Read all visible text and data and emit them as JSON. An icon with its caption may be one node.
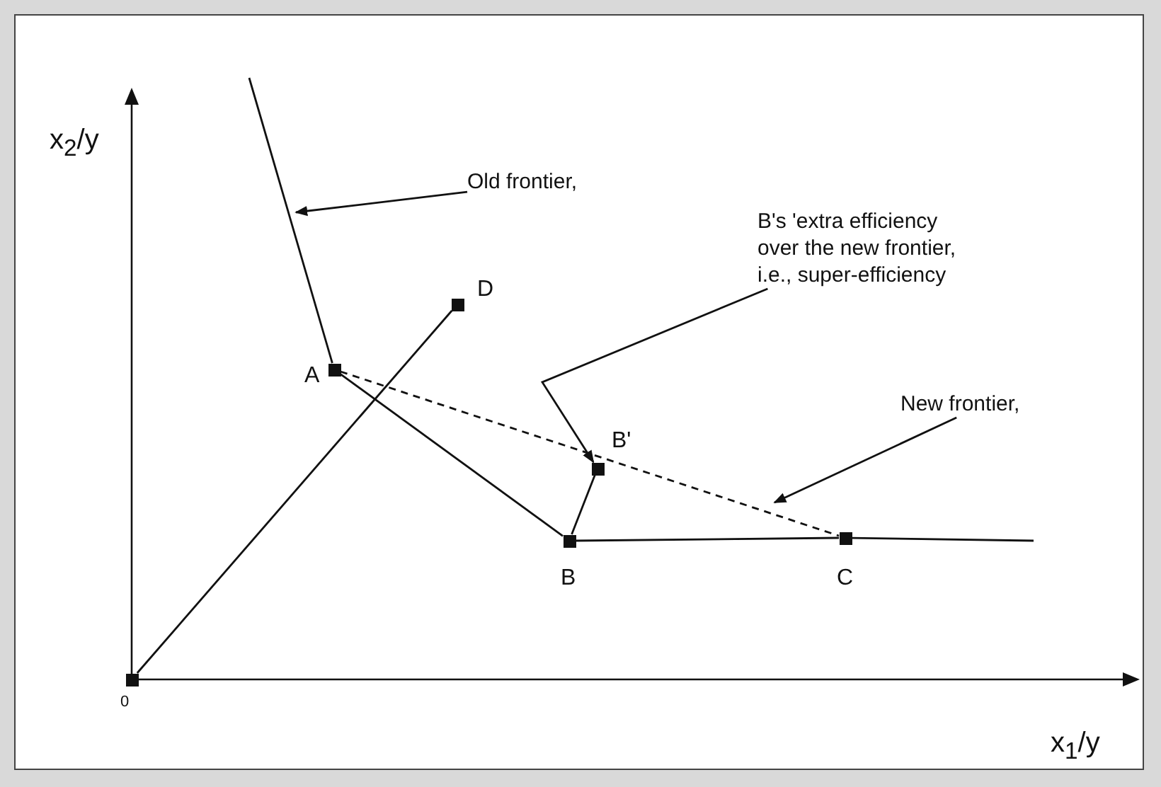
{
  "diagram": {
    "nodes": [
      {
        "text": [
          "Old frontier,"
        ]
      },
      {
        "text": [],
        "shape": "box",
        "beside": [
          "D"
        ]
      },
      {
        "text": [
          "B's 'extra efficiency over the new frontier, i.e., super-efficiency"
        ]
      },
      {
        "text": [],
        "shape": "box",
        "beside": [
          "A"
        ]
      },
      {
        "text": [],
        "shape": "box",
        "beside": [
          "B'"
        ]
      },
      {
        "text": [
          "New frontier,"
        ]
      },
      {
        "text": [],
        "shape": "box",
        "beside": [
          "B"
        ]
      },
      {
        "text": [],
        "shape": "box",
        "beside": [
          "C"
        ]
      },
      {
        "text": [],
        "shape": "box",
        "beside": [
          "0"
        ]
      }
    ],
    "edges": [
      {
        "from": null,
        "to": 3,
        "arrow": "none"
      },
      {
        "from": 3,
        "to": 6,
        "arrow": "none"
      },
      {
        "from": 6,
        "to": 7,
        "arrow": "none"
      },
      {
        "from": 7,
        "to": null,
        "arrow": "none"
      },
      {
        "from": 3,
        "to": 7,
        "arrow": "none",
        "style": "dashed"
      },
      {
        "from": 8,
        "to": 1,
        "arrow": "none"
      },
      {
        "from": 6,
        "to": 4,
        "arrow": "none"
      },
      {
        "from": 0,
        "to": null,
        "arrow": "to"
      },
      {
        "from": 2,
        "to": 4,
        "arrow": "to"
      },
      {
        "from": 5,
        "to": null,
        "arrow": "to"
      }
    ],
    "labels": [
      "x$_{2}$/y",
      "x$_{1}$/y"
    ]
  }
}
